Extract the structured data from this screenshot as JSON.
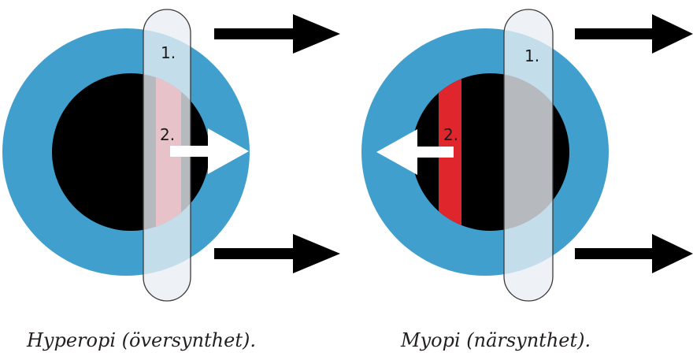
{
  "colors": {
    "iris": "#419fce",
    "pupil": "#000000",
    "focus_band": "#e0262d",
    "lens_fill": "#e9eef4",
    "lens_stroke": "#3a3a3a",
    "arrow_dark": "#000000",
    "arrow_light": "#ffffff"
  },
  "icons": [
    "right-arrow-icon",
    "left-arrow-icon"
  ],
  "panels": [
    {
      "id": "hyperopia",
      "lens_label": "1.",
      "focus_label": "2.",
      "focus_arrow_direction": "right",
      "caption": "Hyperopi (översynthet)."
    },
    {
      "id": "myopia",
      "lens_label": "1.",
      "focus_label": "2.",
      "focus_arrow_direction": "left",
      "caption": "Myopi (närsynthet)."
    }
  ]
}
